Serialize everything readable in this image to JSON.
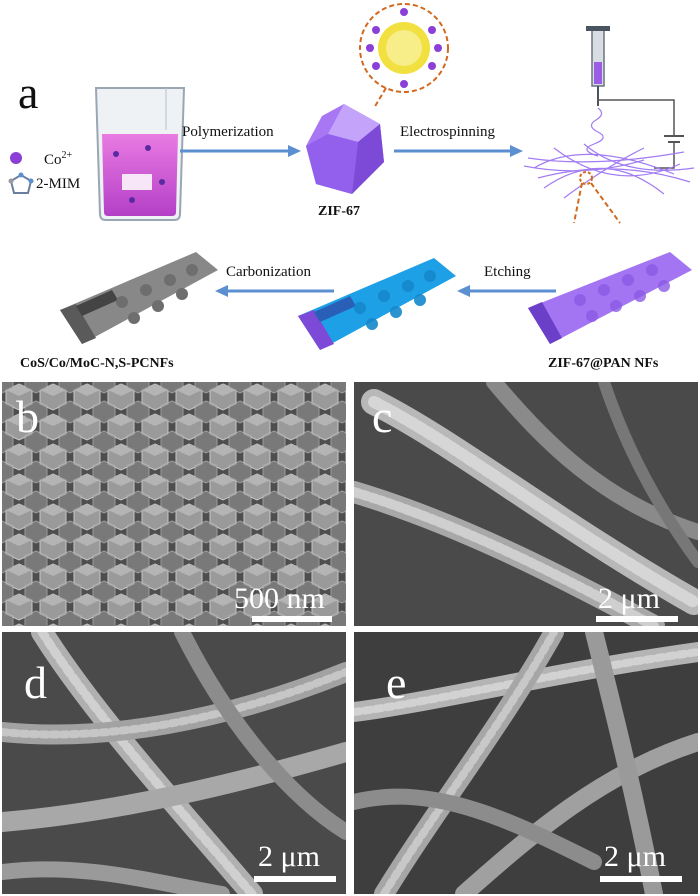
{
  "scheme": {
    "panel_label": "a",
    "legend": {
      "ion": "Co",
      "ion_charge": "2+",
      "ligand": "2-MIM"
    },
    "steps": {
      "polymerization": "Polymerization",
      "electrospinning": "Electrospinning",
      "etching": "Etching",
      "carbonization": "Carbonization"
    },
    "products": {
      "zif": "ZIF-67",
      "zif_pan": "ZIF-67@PAN  NFs",
      "final": "CoS/Co/MoC-N,S-PCNFs"
    }
  },
  "sem_panels": [
    {
      "label": "b",
      "scale": "500 nm"
    },
    {
      "label": "c",
      "scale": "2 μm"
    },
    {
      "label": "d",
      "scale": "2 μm"
    },
    {
      "label": "e",
      "scale": "2 μm"
    }
  ],
  "colors": {
    "arrow": "#5b8fd0",
    "zif": "#9b6cf0",
    "fiber_blue": "#1ea0e6",
    "fiber_gray": "#777777",
    "fiber_purple": "#a070f0",
    "leader": "#d2691e"
  }
}
